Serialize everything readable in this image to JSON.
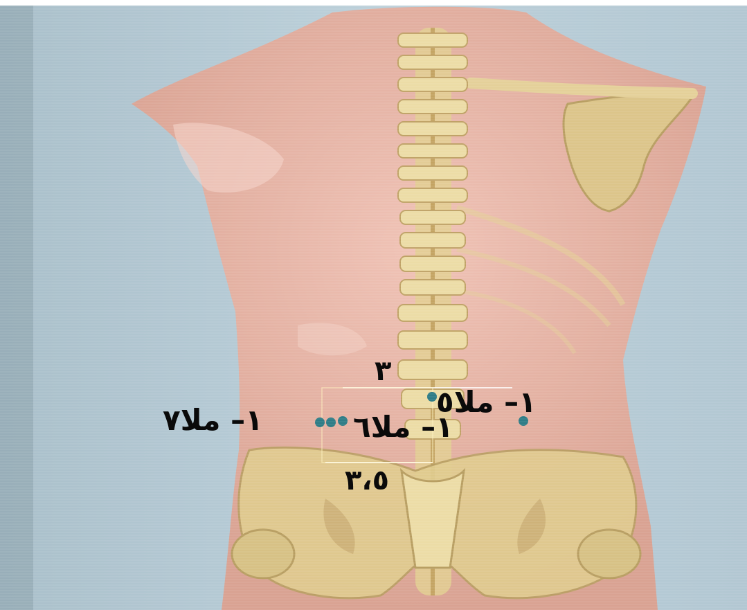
{
  "image": {
    "subject": "back-anatomy-with-spine",
    "colors": {
      "background": "#b8ccd6",
      "skin": "#e9b6a8",
      "bone": "#e2cf92",
      "dot": "#2e7c86",
      "label": "#0a0a0a"
    }
  },
  "labels": {
    "num_3": "٣",
    "num_3_5": "٣،٥",
    "point_5": "١– ملا٥",
    "point_6": "١– ملا٦",
    "point_7": "١– ملا٧"
  }
}
